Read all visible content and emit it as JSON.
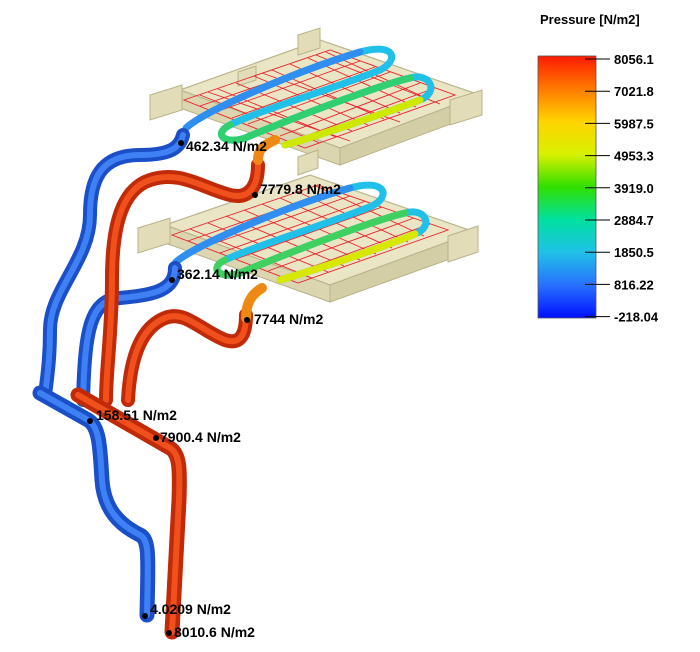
{
  "legend": {
    "title": "Pressure [N/m2]",
    "ticks": [
      "8056.1",
      "7021.8",
      "5987.5",
      "4953.3",
      "3919.0",
      "2884.7",
      "1850.5",
      "816.22",
      "-218.04"
    ],
    "colors": [
      "#ff1a00",
      "#ff7a00",
      "#ffd400",
      "#d8f000",
      "#30e000",
      "#00e0a0",
      "#20c0e8",
      "#2870ff",
      "#0010ff"
    ]
  },
  "probes": [
    {
      "label": "462.34 N/m2"
    },
    {
      "label": "7779.8 N/m2"
    },
    {
      "label": "362.14 N/m2"
    },
    {
      "label": "7744 N/m2"
    },
    {
      "label": "158.51 N/m2"
    },
    {
      "label": "7900.4 N/m2"
    },
    {
      "label": "4.0209 N/m2"
    },
    {
      "label": "8010.6 N/m2"
    }
  ],
  "colors": {
    "plate": "#e9e4c2",
    "plate_edge": "#b9b38a",
    "mesh": "#e8202a",
    "pipe_red": "#e23a10",
    "pipe_blue": "#1f5fe0",
    "pipe_orange": "#ee8a14"
  }
}
